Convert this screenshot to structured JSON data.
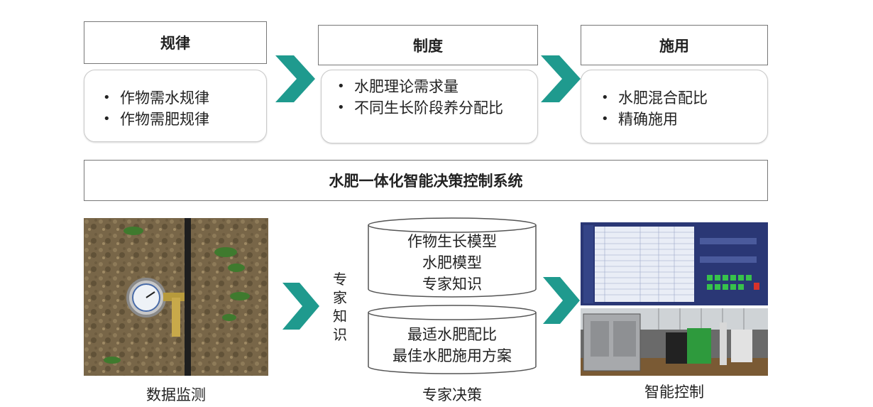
{
  "top_steps": [
    {
      "title": "规律",
      "items": [
        "作物需水规律",
        "作物需肥规律"
      ]
    },
    {
      "title": "制度",
      "items": [
        "水肥理论需求量",
        "不同生长阶段养分配比"
      ]
    },
    {
      "title": "施用",
      "items": [
        "水肥混合配比",
        "精确施用"
      ]
    }
  ],
  "system_banner": "水肥一体化智能决策控制系统",
  "bottom": {
    "monitor_caption": "数据监测",
    "knowledge_label": [
      "专",
      "家",
      "知",
      "识"
    ],
    "cylinder1": [
      "作物生长模型",
      "水肥模型",
      "专家知识"
    ],
    "cylinder2": [
      "最适水肥配比",
      "最佳水肥施用方案"
    ],
    "decision_caption": "专家决策",
    "control_caption": "智能控制"
  },
  "colors": {
    "accent": "#1f9a8e",
    "screen_bg": "#2a3775"
  }
}
